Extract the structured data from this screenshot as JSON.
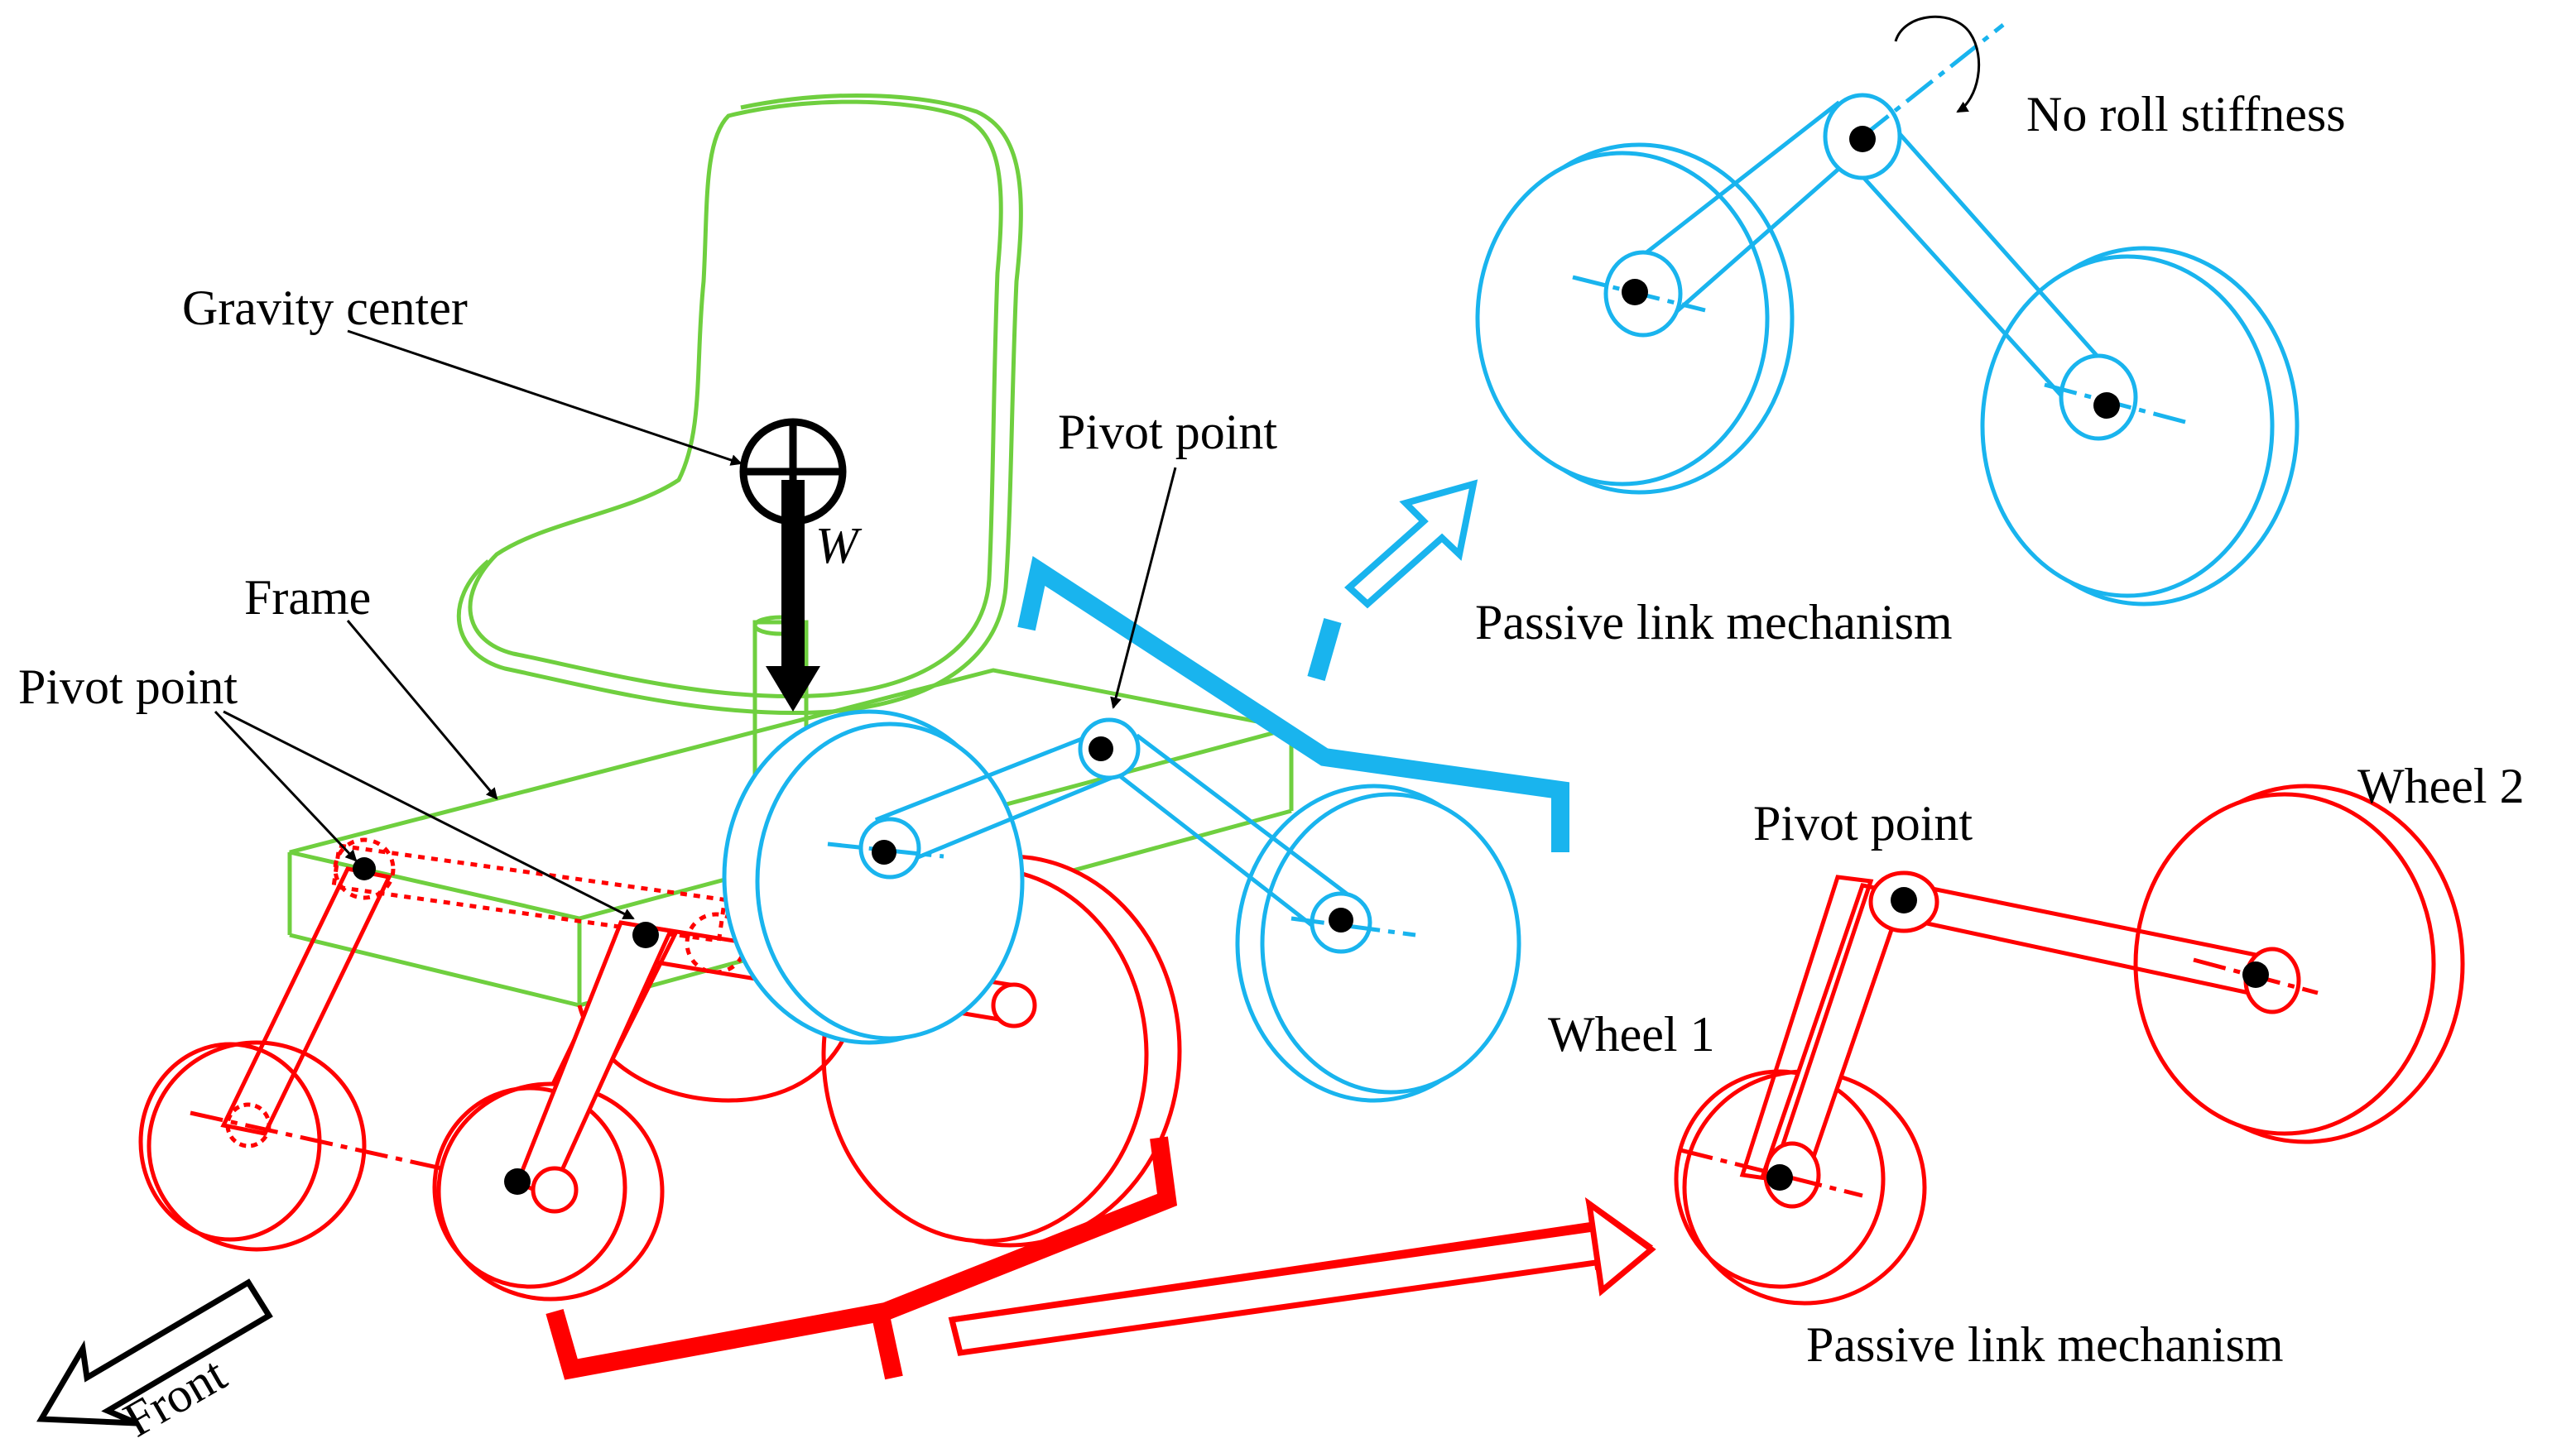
{
  "labels": {
    "gravity_center": "Gravity center",
    "weight": "W",
    "frame": "Frame",
    "pivot_left": "Pivot point",
    "pivot_center": "Pivot point",
    "pivot_right": "Pivot point",
    "no_roll": "No roll stiffness",
    "passive_blue": "Passive link mechanism",
    "passive_red": "Passive link mechanism",
    "wheel1": "Wheel 1",
    "wheel2": "Wheel 2",
    "front": "Front"
  },
  "colors": {
    "front_mechanism": "#ff0000",
    "rear_mechanism": "#19b4ee",
    "seat_frame": "#6fcf3f",
    "annotation": "#000000"
  }
}
